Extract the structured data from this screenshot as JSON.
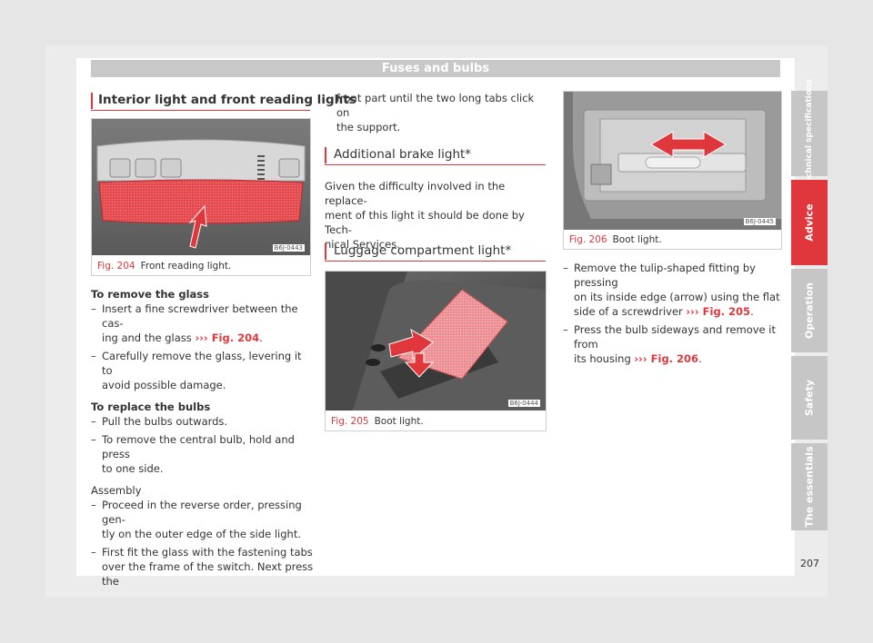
{
  "header": {
    "title": "Fuses and bulbs"
  },
  "col1": {
    "heading": "Interior light and front reading lights",
    "figure": {
      "number": "Fig. 204",
      "caption": "Front reading light.",
      "code": "B6J-0443"
    },
    "remove_heading": "To remove the glass",
    "remove_items": [
      {
        "text": "Insert a fine screwdriver between the cas-\ning and the glass ",
        "ref": "Fig. 204",
        "after": "."
      },
      {
        "text": "Carefully remove the glass, levering it to\navoid possible damage."
      }
    ],
    "replace_heading": "To replace the bulbs",
    "replace_items": [
      {
        "text": "Pull the bulbs outwards."
      },
      {
        "text": "To remove the central bulb, hold and press\nto one side."
      }
    ],
    "assembly_heading": "Assembly",
    "assembly_items": [
      {
        "text": "Proceed in the reverse order, pressing gen-\ntly on the outer edge of the side light."
      },
      {
        "text": "First fit the glass with the fastening tabs\nover the frame of the switch. Next press the"
      }
    ]
  },
  "col2": {
    "continuation": "front part until the two long tabs click on\nthe support.",
    "heading_brake": "Additional brake light*",
    "brake_text": "Given the difficulty involved in the replace-\nment of this light it should be done by Tech-\nnical Services.",
    "heading_luggage": "Luggage compartment light*",
    "figure": {
      "number": "Fig. 205",
      "caption": "Boot light.",
      "code": "B6J-0444"
    }
  },
  "col3": {
    "figure": {
      "number": "Fig. 206",
      "caption": "Boot light.",
      "code": "B6J-0445"
    },
    "items": [
      {
        "text": "Remove the tulip-shaped fitting by pressing\non its inside edge (arrow) using the flat\nside of a screwdriver ",
        "ref": "Fig. 205",
        "after": "."
      },
      {
        "text": "Press the bulb sideways and remove it from\nits housing ",
        "ref": "Fig. 206",
        "after": "."
      }
    ]
  },
  "ref_arrow": "›››",
  "tabs": [
    {
      "label": "Technical specifications",
      "active": false
    },
    {
      "label": "Advice",
      "active": true
    },
    {
      "label": "Operation",
      "active": false
    },
    {
      "label": "Safety",
      "active": false
    },
    {
      "label": "The essentials",
      "active": false
    }
  ],
  "page_number": "207",
  "colors": {
    "accent": "#e0373c",
    "tab_gray": "#c6c6c6",
    "header_gray": "#c8c8c8"
  }
}
